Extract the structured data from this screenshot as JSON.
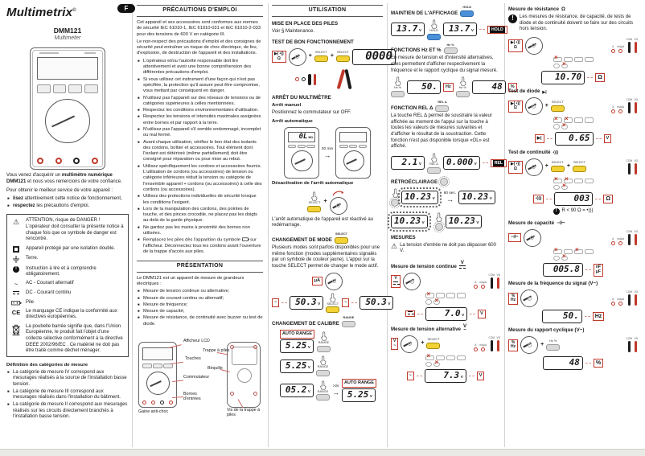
{
  "page": {
    "brand": "Multimetrix",
    "copyright": "©",
    "lang_badge": "F"
  },
  "product": {
    "model": "DMM121",
    "type": "Multimeter"
  },
  "colors": {
    "select_yellow": "#f2d235",
    "hold_blue": "#4a90d8",
    "annotation_red": "#c0392b"
  },
  "col1": {
    "intro_pre": "Vous venez d'acquérir un ",
    "intro_bold": "multimètre numérique DMM121",
    "intro_post": " et nous vous remercions de votre confiance.",
    "service_intro": "Pour obtenir le meilleur service de votre appareil :",
    "service1_b": "lisez",
    "service1_t": " attentivement cette notice de fonctionnement,",
    "service2_b": "respectez",
    "service2_t": " les précautions d'emploi.",
    "symbols": [
      {
        "icon": "warning-triangle-icon",
        "text": "ATTENTION, risque de DANGER ! L'opérateur doit consulter la présente notice à chaque fois que ce symbole de danger est rencontré."
      },
      {
        "icon": "double-insulation-icon",
        "text": "Appareil protégé par une isolation double."
      },
      {
        "icon": "earth-icon",
        "text": "Terre."
      },
      {
        "icon": "mandatory-instruction-icon",
        "text": "Instruction à lire et à comprendre obligatoirement."
      },
      {
        "icon": "ac-icon",
        "text": "AC - Courant alternatif",
        "glyph": "~"
      },
      {
        "icon": "dc-icon",
        "text": "DC - Courant continu"
      },
      {
        "icon": "battery-icon",
        "text": "Pile"
      },
      {
        "icon": "ce-marking-icon",
        "text": "Le marquage CE indique la conformité aux directives européennes.",
        "glyph": "CE"
      },
      {
        "icon": "weee-bin-icon",
        "text": "La poubelle barrée signifie que, dans l'Union Européenne, le produit fait l'objet d'une collecte sélective conformément à la directive DEEE 2002/96/EC . Ce matériel ne doit pas être traité comme déchet ménager."
      }
    ],
    "cat_title": "Définition des catégories de mesure",
    "cats": [
      "La catégorie de mesure IV correspond aux mesurages réalisés à la source de l'installation basse tension.",
      "La catégorie de mesure III correspond aux mesurages réalisés dans l'installation du bâtiment.",
      "La catégorie de mesure II correspond aux mesurages réalisés sur les circuits directement branchés à l'installation basse tension."
    ]
  },
  "precautions": {
    "title": "PRÉCAUTIONS D'EMPLOI",
    "p1": "Cet appareil et ses accessoires sont conformes aux normes de sécurité IEC 61010-1, IEC 61010-031 et IEC 61010-2-033 pour des tensions de 600 V en catégorie III.",
    "p2": "Le non-respect des précautions d'emploi et des consignes de sécurité peut entraîner un risque de choc électrique, de feu, d'explosion, de destruction de l'appareil et des installations.",
    "bullets": [
      "L'opérateur et/ou l'autorité responsable doit lire attentivement et avoir une bonne compréhension des différentes précautions d'emploi.",
      "Si vous utilisez cet instrument d'une façon qui n'est pas spécifiée, la protection qu'il assure peut être compromise, vous mettant par conséquent en danger.",
      "N'utilisez pas l'appareil sur des réseaux de tensions ou de catégories supérieures à celles mentionnées.",
      "Respectez les conditions environnementales d'utilisation.",
      "Respectez les tensions et intensités maximales assignées entre bornes et par rapport à la terre.",
      "N'utilisez pas l'appareil s'il semble endommagé, incomplet ou mal fermé.",
      "Avant chaque utilisation, vérifiez le bon état des isolants des cordons, boîtier et accessoires. Tout élément dont l'isolant est détérioré (même partiellement) doit être consigné pour réparation ou pour mise au rebut.",
      "Utilisez spécifiquement les cordons et accessoires fournis. L'utilisation de cordons (ou accessoires) de tension ou catégorie inférieures réduit la tension ou catégorie de l'ensemble appareil + cordons (ou accessoires) à celle des cordons (ou accessoires).",
      "Utilisez des protections individuelles de sécurité lorsque les conditions l'exigent.",
      "Lors de la manipulation des cordons, des pointes de touche, et des pinces crocodile, ne placez pas les doigts au-delà de la garde physique.",
      "Ne gardez pas les mains à proximité des bornes non utilisées."
    ],
    "battery_pre": "Remplacez les piles dès l'apparition du symbole",
    "battery_post": "sur l'afficheur. Déconnectez tous les cordons avant l'ouverture de la trappe d'accès aux piles."
  },
  "presentation": {
    "title": "PRÉSENTATION",
    "intro": "Le DMM121 est un appareil de mesure de grandeurs électriques :",
    "bullets": [
      "Mesure de tension continue ou alternative;",
      "Mesure de courant continu ou alternatif;",
      "Mesure de fréquence;",
      "Mesure de capacité;",
      "Mesure de résistance, de continuité avec buzzer ou test de diode."
    ],
    "labels": {
      "lcd": "Afficheur LCD",
      "keys": "Touches",
      "dial": "Commutateur",
      "terminals": "Bornes d'entrées",
      "holster": "Gaine anti-choc",
      "battery_door": "Trappe à piles",
      "stand": "Béquille",
      "screws": "Vis de la trappe à piles"
    }
  },
  "utilisation": {
    "title": "UTILISATION",
    "batteries_title": "MISE EN PLACE DES PILES",
    "batteries_text": "Voir § Maintenance.",
    "selftest_title": "TEST DE BON FONCTIONNEMENT",
    "selftest_display": "0000",
    "off_title": "ARRÊT DU MULTIMÈTRE",
    "off_manual": "Arrêt manuel",
    "off_manual_text": "Positionnez le commutateur sur OFF.",
    "off_auto": "Arrêt automatique",
    "off_display": "0L",
    "off_unit": "MΩ",
    "off_delay": "30 min",
    "autooff_title": "Désactivation de l'arrêt automatique",
    "autooff_text": "L'arrêt automatique de l'appareil est réactivé au redémarrage.",
    "mode_title": "CHANGEMENT DE MODE",
    "mode_text": "Plusieurs modes sont parfois disponibles pour une même fonction (modes supplémentaires signalés par un symbole de couleur jaune). L'appui sur la touche SELECT permet de changer le mode actif.",
    "mode_d1": "50.3",
    "mode_d2": "50.3",
    "mode_unit": "V",
    "cal_title": "CHANGEMENT DE CALIBRE",
    "auto_range": "AUTO RANGE",
    "cal_d1": "5.25",
    "cal_d2": "5.25",
    "cal_d3": "05.2",
    "cal_d4": "5.25",
    "cal_unit": "V",
    "cal_hold": ">2s"
  },
  "hold": {
    "title": "MAINTIEN DE L'AFFICHAGE",
    "d1": "13.7",
    "d2": "13.7",
    "unit": "V",
    "badge": "HOLD"
  },
  "hzpct": {
    "title": "FONCTIONS Hz ET %",
    "text": "En mesure de tension et d'intensité alternatives, elles permettent d'afficher respectivement la fréquence et le rapport cyclique du signal mesuré.",
    "d1": "50.",
    "u1": "Hz",
    "d2": "48",
    "u2": "%"
  },
  "rel": {
    "title": "FONCTION REL Δ",
    "text": "La touche REL Δ permet de soustraire la valeur affichée au moment de l'appui sur la touche à toutes les valeurs de mesures suivantes et d'afficher le résultat de la soustraction. Cette fonction n'est pas disponible lorsque «OL» est affiché.",
    "d1": "2.1",
    "d2": "0.000",
    "unit": "V",
    "badge": "REL"
  },
  "backlight": {
    "title": "RÉTROÉCLAIRAGE",
    "d": "10.23",
    "unit": "V",
    "delay": "80 sec."
  },
  "mesures": {
    "title": "MESURES",
    "warning": "La tension d'entrée ne doit pas dépasser 600 V.",
    "vdc_title": "Mesure de tension continue",
    "vdc_sym": "V",
    "vdc_d": "7.0",
    "vdc_u": "V",
    "vac_title": "Mesure de tension alternative",
    "vac_sym": "V",
    "vac_d": "7.3",
    "vac_u": "V",
    "ac": "~"
  },
  "ohm": {
    "title": "Mesure de résistance",
    "sym": "Ω",
    "note": "Les mesures de résistance, de capacité, de tests de diode et de continuité doivent se faire sur des circuits hors tension.",
    "d": "10.70",
    "u": "Ω"
  },
  "diode": {
    "title": "Test de diode",
    "sym": "▶|",
    "d": "0.65",
    "u": "V"
  },
  "cont": {
    "title": "Test de continuité",
    "sym": "•)))",
    "d": "003",
    "u": "Ω",
    "note": "R < 90 Ω = •)))"
  },
  "cap": {
    "title": "Mesure de capacité",
    "sym": "⊣⊢",
    "d": "005.8",
    "u1": "nF",
    "u2": "µF"
  },
  "freq": {
    "title": "Mesure de la fréquence du signal (V~)",
    "d": "50.",
    "u": "Hz"
  },
  "duty": {
    "title": "Mesure du rapport cyclique (V~)",
    "d": "48",
    "u": "%"
  },
  "controls": {
    "select": "SELECT",
    "range": "RANGE",
    "hold": "HOLD",
    "hz": "Hz %",
    "rel": "REL Δ"
  },
  "terms": {
    "a": "A",
    "ma": "mAµA",
    "com": "COM",
    "v": "VΩ"
  },
  "funcbox": {
    "ohm_top": "▶| •))",
    "ohm_bot": "Ω",
    "v": "V",
    "ac": "~",
    "ua": "µA",
    "cap": "⊣⊢",
    "hz_top": "%",
    "hz_bot": "Hz"
  }
}
